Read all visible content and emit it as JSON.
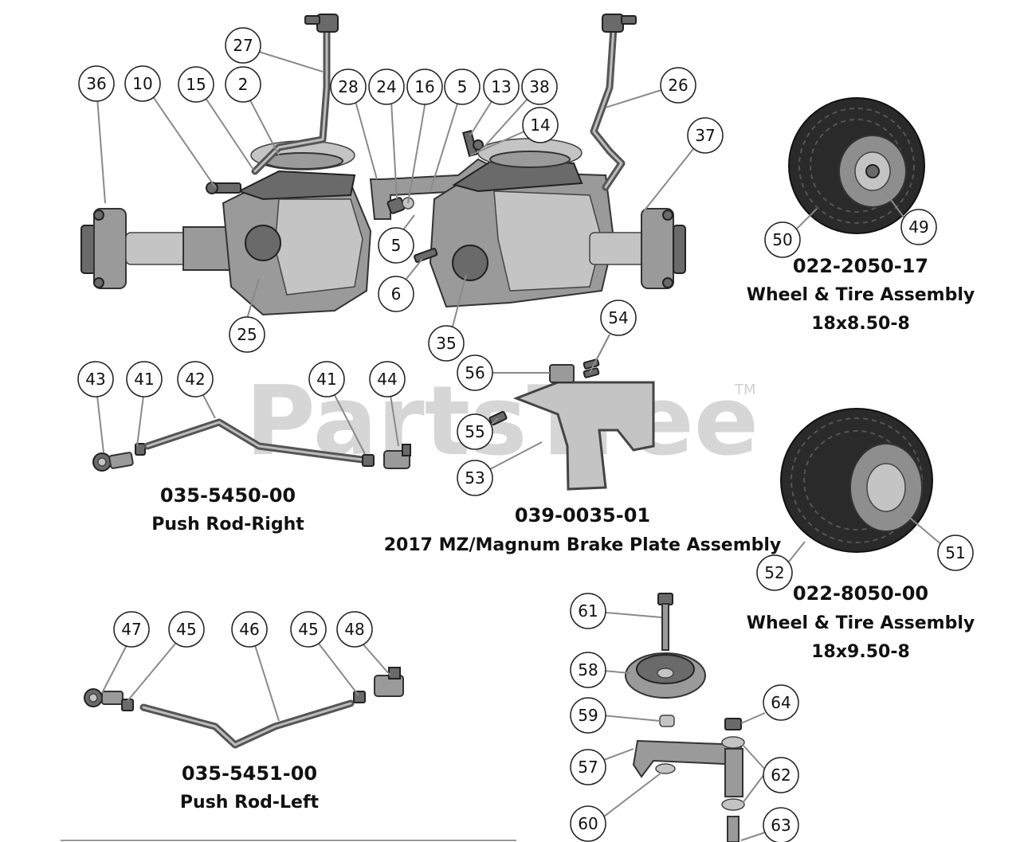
{
  "watermark": {
    "text": "PartsTree",
    "tm": "TM"
  },
  "labels": {
    "tire1_part": "022-2050-17",
    "tire1_name": "Wheel & Tire Assembly",
    "tire1_size": "18x8.50-8",
    "pushrod_right_part": "035-5450-00",
    "pushrod_right_name": "Push Rod-Right",
    "brake_part": "039-0035-01",
    "brake_name": "2017 MZ/Magnum Brake Plate Assembly",
    "tire2_part": "022-8050-00",
    "tire2_name": "Wheel & Tire Assembly",
    "tire2_size": "18x9.50-8",
    "pushrod_left_part": "035-5451-00",
    "pushrod_left_name": "Push Rod-Left"
  },
  "callouts": [
    "27",
    "36",
    "10",
    "15",
    "2",
    "28",
    "24",
    "16",
    "5",
    "13",
    "38",
    "14",
    "26",
    "37",
    "5",
    "6",
    "25",
    "35",
    "50",
    "49",
    "43",
    "41",
    "42",
    "41",
    "44",
    "54",
    "56",
    "55",
    "53",
    "52",
    "51",
    "61",
    "58",
    "59",
    "57",
    "60",
    "47",
    "45",
    "46",
    "45",
    "48",
    "64",
    "62",
    "63"
  ]
}
